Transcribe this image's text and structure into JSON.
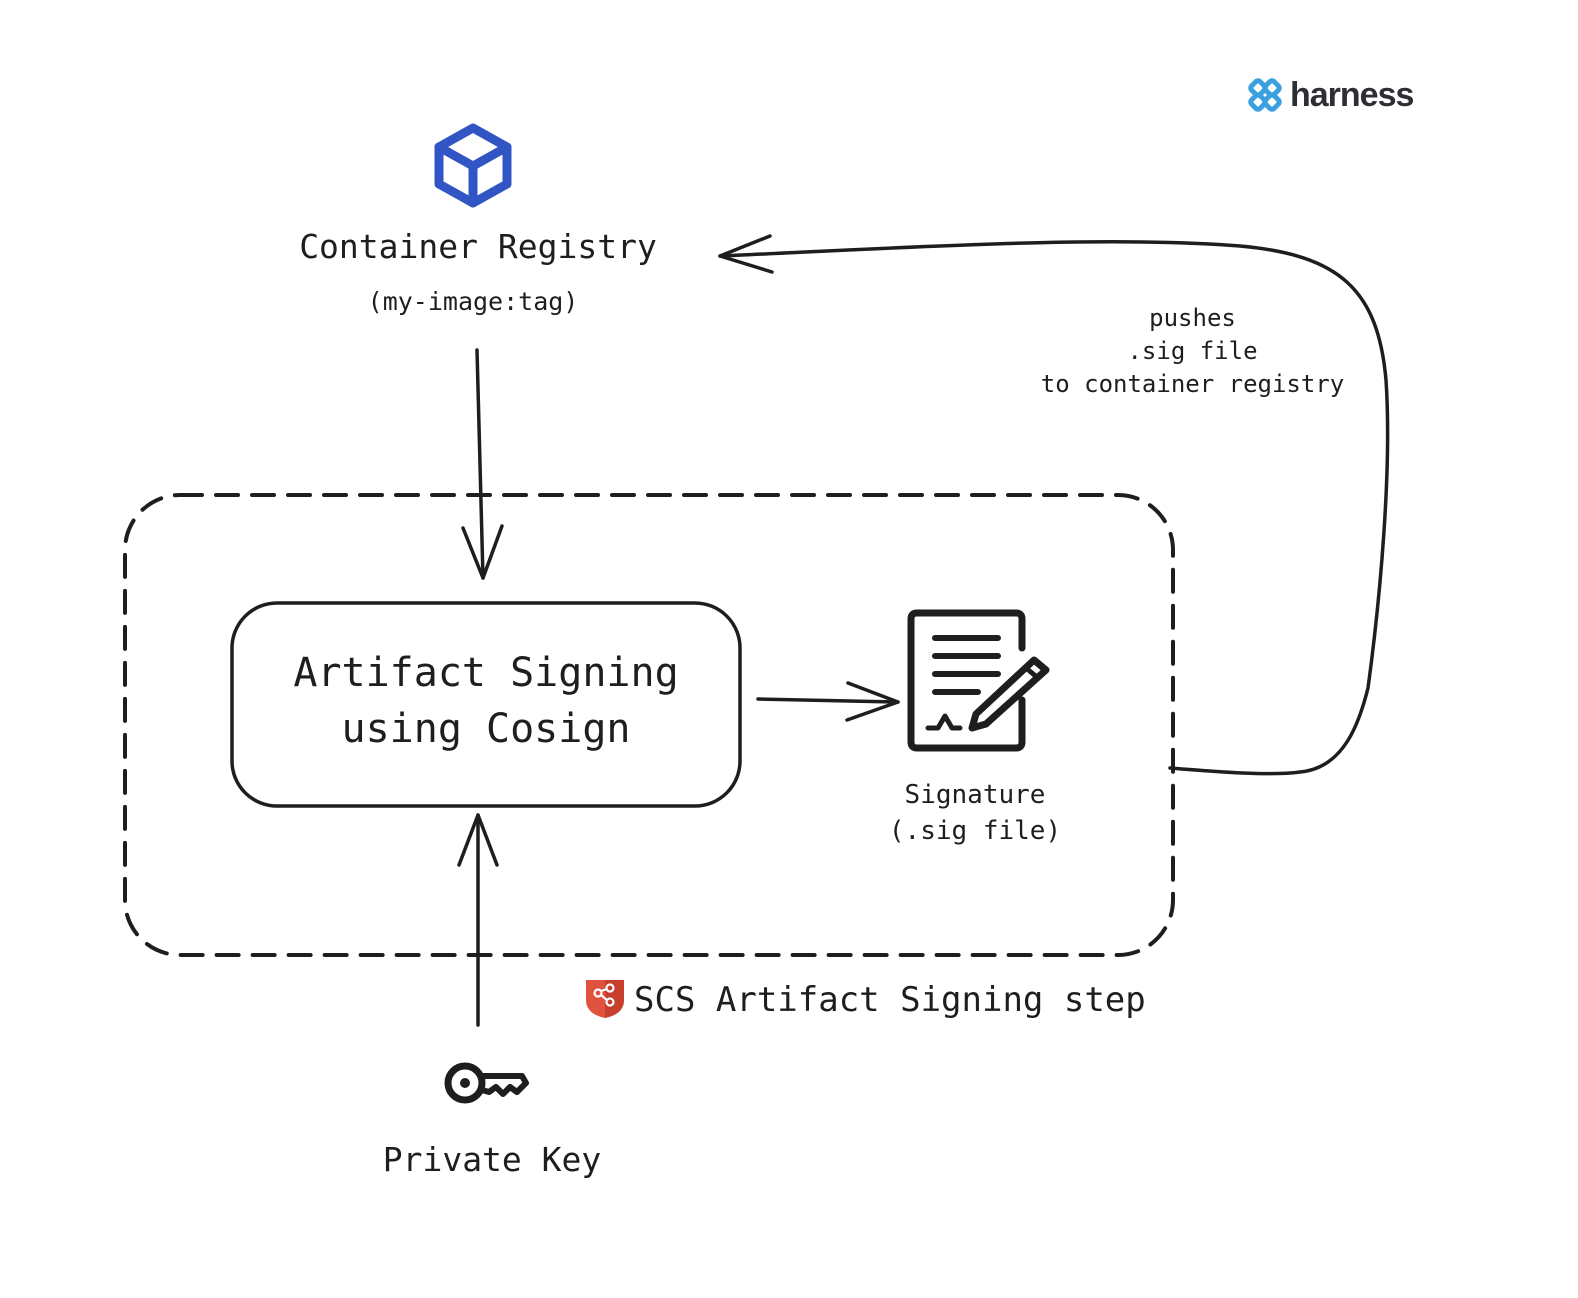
{
  "brand": {
    "name": "harness",
    "color": "#3aa0e0"
  },
  "nodes": {
    "registry": {
      "title": "Container Registry",
      "subtitle": "(my-image:tag)",
      "icon": "cube-icon",
      "icon_color": "#3155c5"
    },
    "signing": {
      "line1": "Artifact Signing",
      "line2": "using Cosign"
    },
    "signature": {
      "line1": "Signature",
      "line2": "(.sig file)",
      "icon": "signed-document-icon"
    },
    "private_key": {
      "title": "Private Key",
      "icon": "key-icon"
    }
  },
  "group": {
    "label": "SCS Artifact Signing step",
    "icon": "shield-share-icon",
    "icon_color": "#e0523e"
  },
  "edges": {
    "push_label": [
      "pushes",
      ".sig file",
      "to container registry"
    ]
  },
  "colors": {
    "stroke": "#1e1e1e",
    "background": "#ffffff"
  }
}
